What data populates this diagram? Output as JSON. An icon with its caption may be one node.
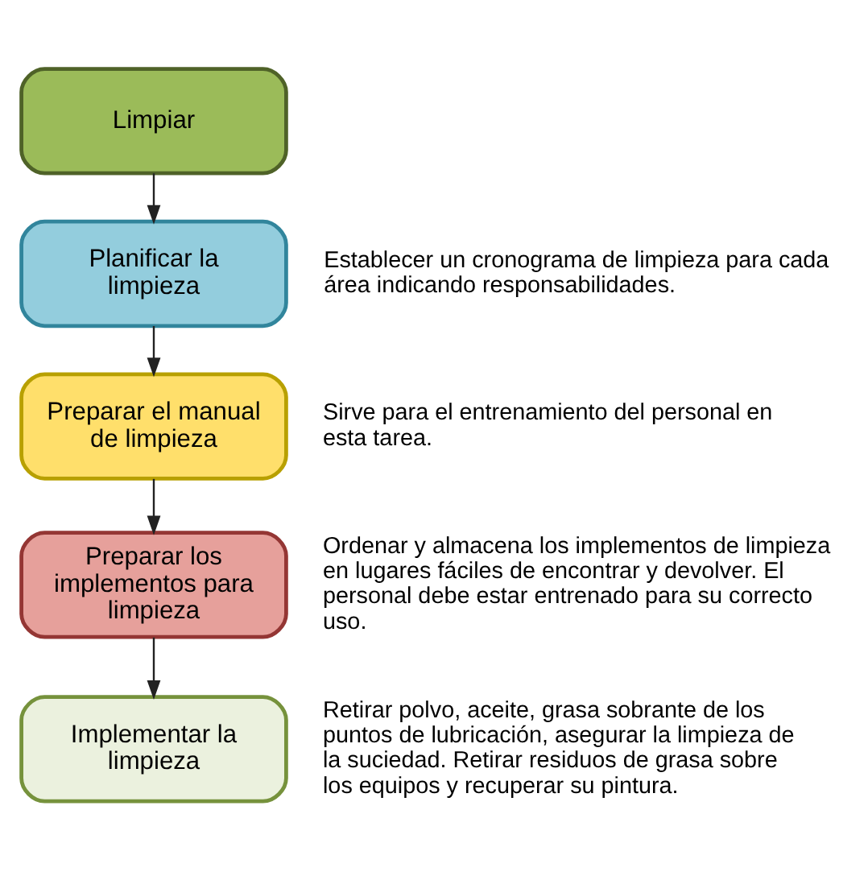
{
  "diagram": {
    "nodes": [
      {
        "text": [
          "Limpiar"
        ]
      },
      {
        "text": [
          "Planificar la limpieza"
        ],
        "beside": [
          "Establecer un cronograma de limpieza para cada área indicando responsabilidades."
        ]
      },
      {
        "text": [
          "Preparar el manual de limpieza"
        ],
        "beside": [
          "Sirve para el entrenamiento del personal en esta tarea."
        ]
      },
      {
        "text": [
          "Preparar los implementos para limpieza"
        ],
        "beside": [
          "Ordenar y almacena los implementos de limpieza en lugares fáciles de encontrar y devolver. El personal debe estar entrenado para su correcto uso."
        ]
      },
      {
        "text": [
          "Implementar la limpieza"
        ],
        "beside": [
          "Retirar polvo, aceite, grasa sobrante de los puntos de lubricación, asegurar la limpieza de la suciedad. Retirar residuos de grasa sobre los equipos y recuperar su pintura."
        ]
      }
    ],
    "edges": [
      {
        "from": 0,
        "to": 1,
        "arrow": "to"
      },
      {
        "from": 1,
        "to": 2,
        "arrow": "to"
      },
      {
        "from": 2,
        "to": 3,
        "arrow": "to"
      },
      {
        "from": 3,
        "to": 4,
        "arrow": "to"
      }
    ]
  }
}
